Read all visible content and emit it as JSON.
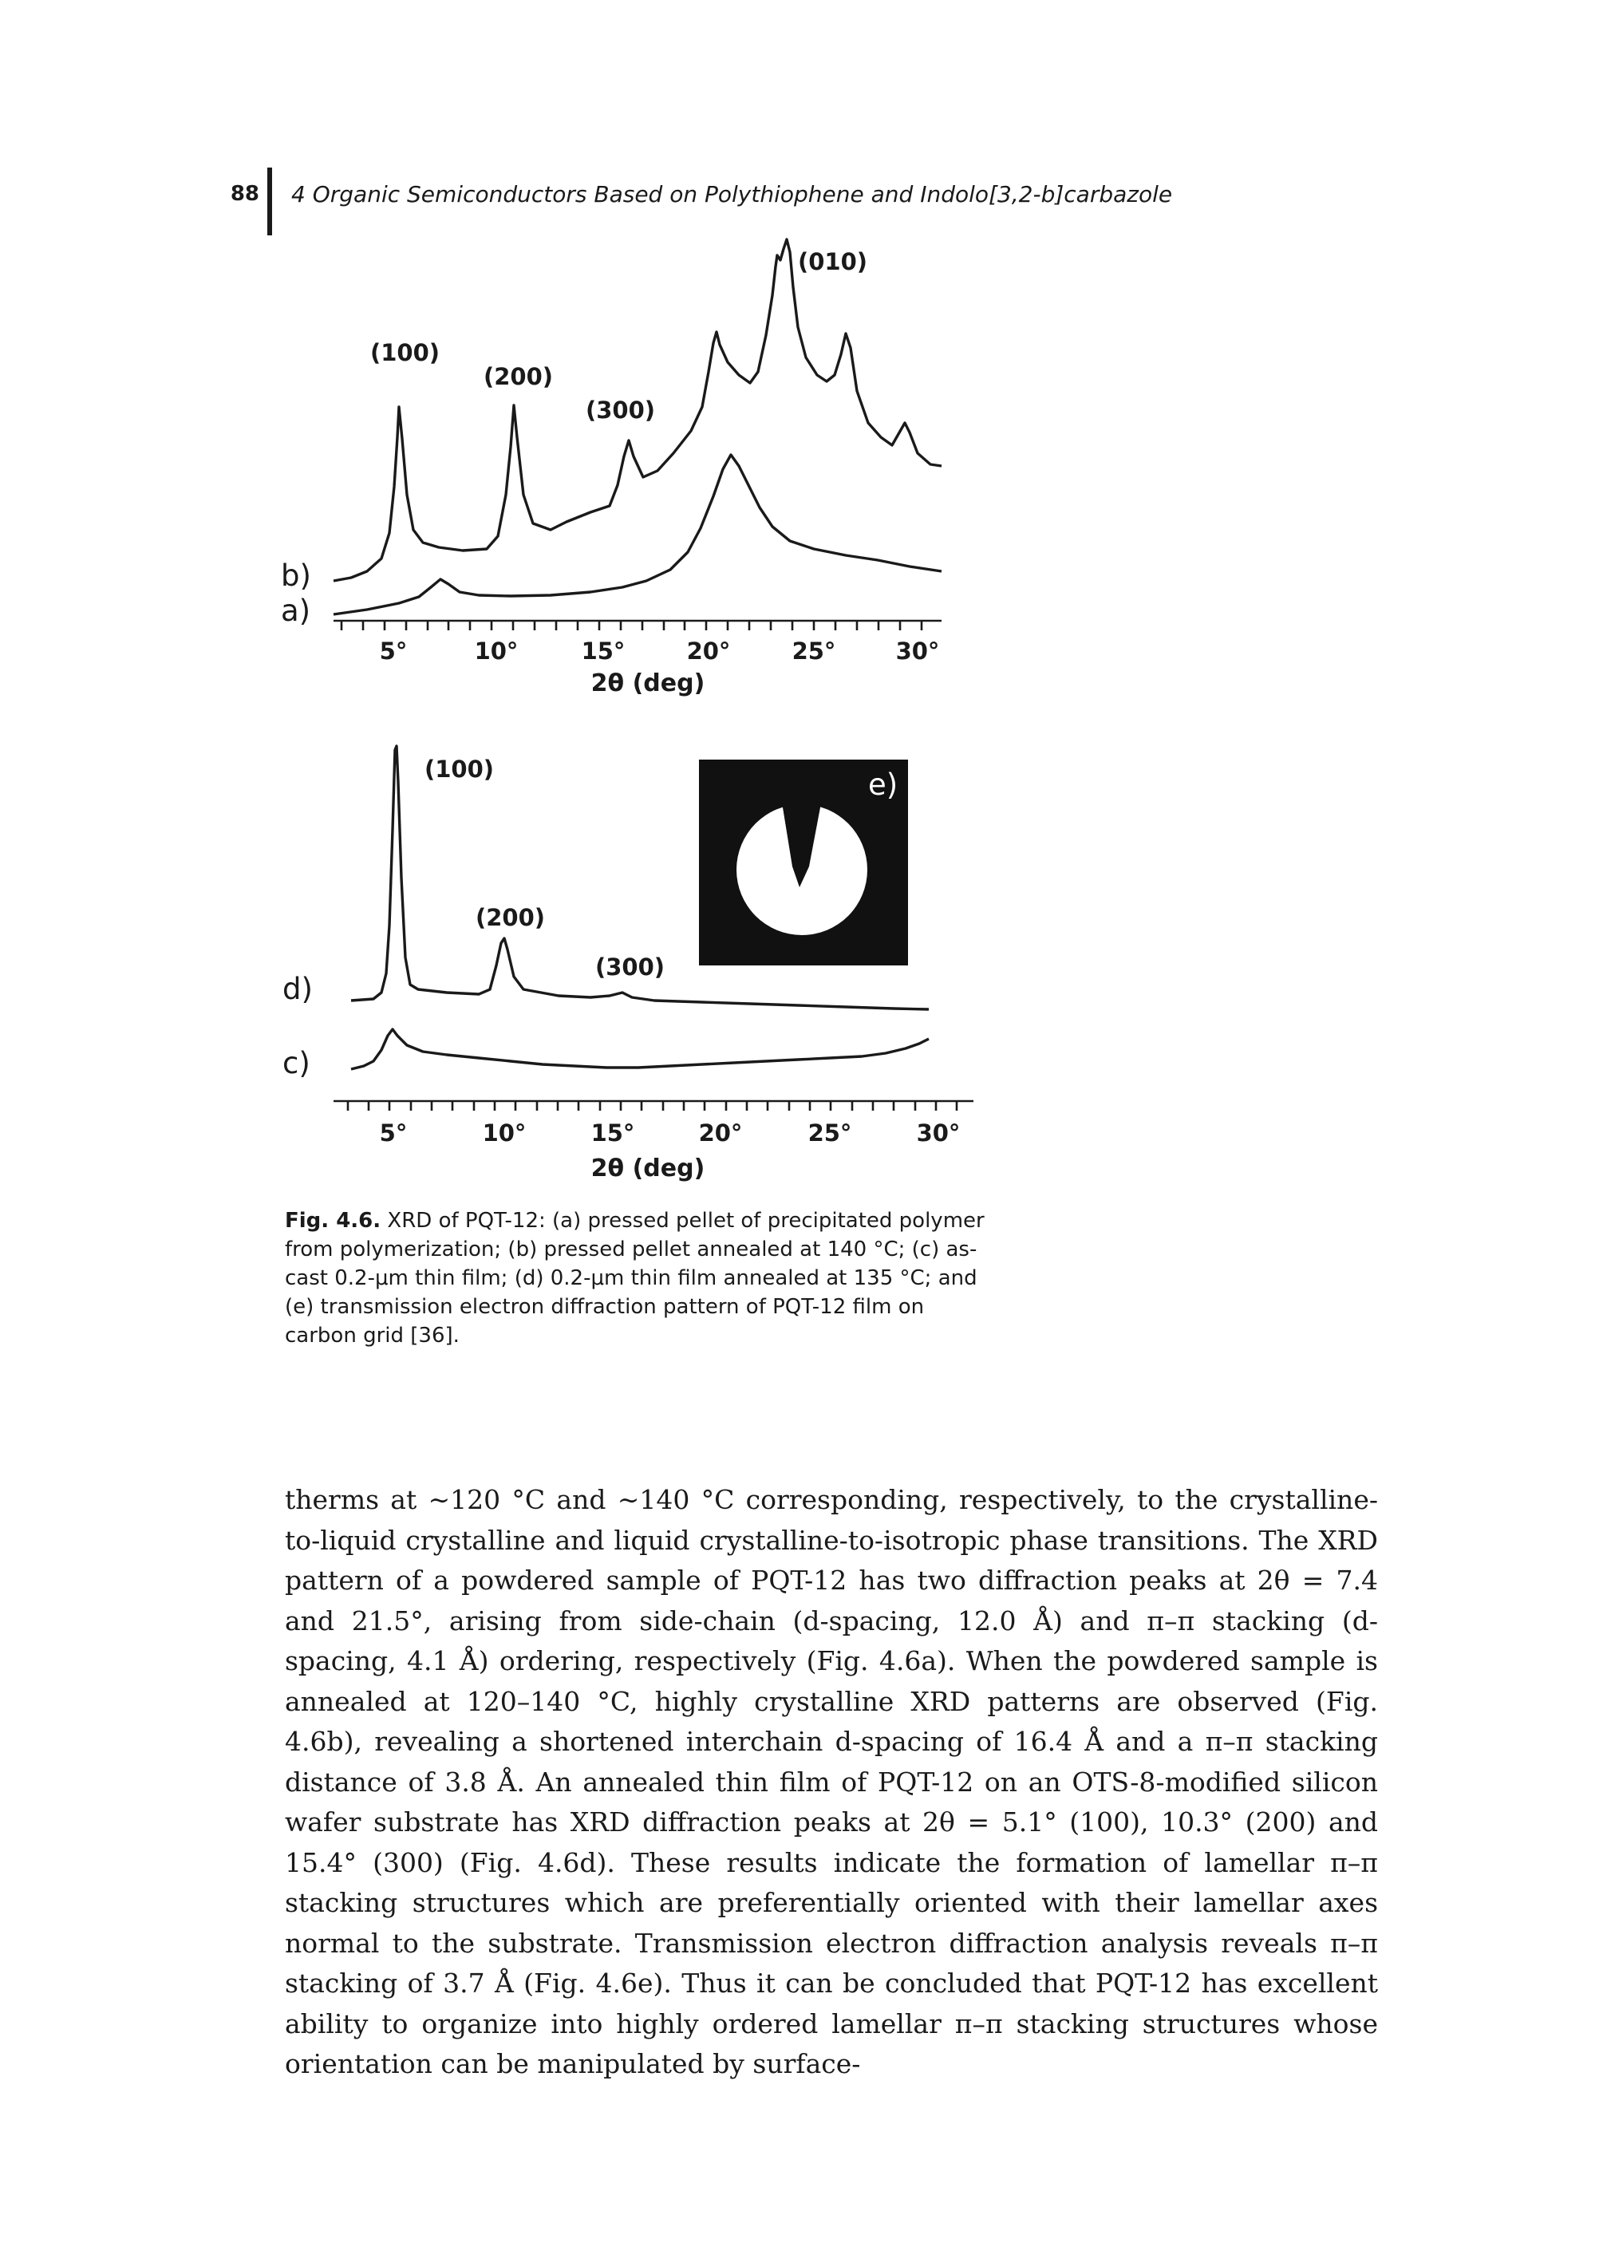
{
  "running_head": {
    "page_number": "88",
    "chapter_title": "4 Organic Semiconductors Based on Polythiophene and Indolo[3,2-b]carbazole"
  },
  "figure": {
    "top_plot": {
      "peak_labels": [
        "(100)",
        "(200)",
        "(300)",
        "(010)"
      ],
      "trace_labels": [
        "b)",
        "a)"
      ],
      "x_ticks": [
        "5°",
        "10°",
        "15°",
        "20°",
        "25°",
        "30°"
      ],
      "x_axis_title": "2θ (deg)"
    },
    "bottom_plot": {
      "peak_labels": [
        "(100)",
        "(200)",
        "(300)"
      ],
      "trace_labels": [
        "d)",
        "c)"
      ],
      "x_ticks": [
        "5°",
        "10°",
        "15°",
        "20°",
        "25°",
        "30°"
      ],
      "x_axis_title": "2θ (deg)",
      "inset_label": "e)"
    }
  },
  "chart_data": [
    {
      "type": "line",
      "title": "",
      "xlabel": "2θ (deg)",
      "ylabel": "",
      "xlim": [
        2,
        31
      ],
      "x_ticks": [
        5,
        10,
        15,
        20,
        25,
        30
      ],
      "series": [
        {
          "name": "a)",
          "peaks_2theta": [
            7.4,
            21.5
          ]
        },
        {
          "name": "b)",
          "peaks_2theta": [
            5.5,
            10.6,
            15.6,
            20.5,
            22.9,
            24.2,
            27.0,
            29.7
          ]
        }
      ],
      "annotations": [
        "(100)",
        "(200)",
        "(300)",
        "(010)"
      ]
    },
    {
      "type": "line",
      "title": "",
      "xlabel": "2θ (deg)",
      "ylabel": "",
      "xlim": [
        2,
        31
      ],
      "x_ticks": [
        5,
        10,
        15,
        20,
        25,
        30
      ],
      "series": [
        {
          "name": "c)",
          "peaks_2theta": [
            5.1
          ]
        },
        {
          "name": "d)",
          "peaks_2theta": [
            5.1,
            10.3,
            15.4
          ]
        }
      ],
      "annotations": [
        "(100)",
        "(200)",
        "(300)"
      ]
    }
  ],
  "caption": {
    "label": "Fig. 4.6.",
    "text": "XRD of PQT-12: (a) pressed pellet of precipitated polymer from polymerization; (b) pressed pellet annealed at 140 °C; (c) as-cast 0.2-μm thin film; (d) 0.2-μm thin film annealed at 135 °C; and (e) transmission electron diffraction pattern of PQT-12 film on carbon grid [36]."
  },
  "body_text": "therms at ∼120 °C and ∼140 °C corresponding, respectively, to the crystalline-to-liquid crystalline and liquid crystalline-to-isotropic phase transitions. The XRD pattern of a powdered sample of PQT-12 has two diffraction peaks at 2θ = 7.4 and 21.5°, arising from side-chain (d-spacing, 12.0 Å) and π–π stacking (d-spacing, 4.1 Å) ordering, respectively (Fig. 4.6a). When the powdered sample is annealed at 120–140 °C, highly crystalline XRD patterns are observed (Fig. 4.6b), revealing a shortened interchain d-spacing of 16.4 Å and a π–π stacking distance of 3.8 Å. An annealed thin film of PQT-12 on an OTS-8-modified silicon wafer substrate has XRD diffraction peaks at 2θ = 5.1° (100), 10.3° (200) and 15.4° (300) (Fig. 4.6d). These results indicate the formation of lamellar π–π stacking structures which are preferentially oriented with their lamellar axes normal to the substrate. Transmission electron diffraction analysis reveals π–π stacking of 3.7 Å (Fig. 4.6e). Thus it can be concluded that PQT-12 has excellent ability to organize into highly ordered lamellar π–π stacking structures whose orientation can be manipulated by surface-"
}
